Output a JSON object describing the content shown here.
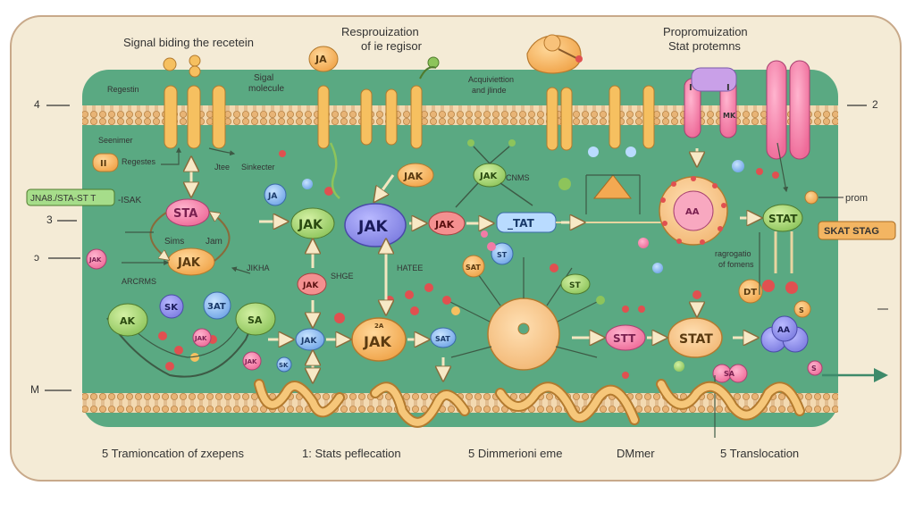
{
  "labels": {
    "signal_binding": "Signal biding the recetein",
    "resprouization_1": "Resprouization",
    "resprouization_2": "of ie regisor",
    "proprouization_1": "Propromuization",
    "proprouization_2": "Stat protemns",
    "regestin": "Regestin",
    "signal_molecule_1": "Sigal",
    "signal_molecule_2": "molecule",
    "acquiviction_1": "Acquiviettion",
    "acquiviction_2": "and jlinde",
    "seenimer": "Seenimer",
    "regestes": "Regestes",
    "jtee": "Jtee",
    "sinkecter": "Sinkecter",
    "cnms": "CNMS",
    "jak_sta_box": "JNA8./STA-ST T",
    "isak": "-ISAK",
    "sims_jam_1": "Sims",
    "sims_jam_2": "Jam",
    "jikha": "JIKHA",
    "arcrms": "ARCRMS",
    "shge": "SHGE",
    "hatee": "HATEE",
    "prom": "prom",
    "skat_stag": "SKAT STAG",
    "ragrogation_1": "ragrogatio",
    "ragrogation_2": "of fomens",
    "side_4": "4",
    "side_3": "3",
    "side_5": "ɔ",
    "side_m": "M",
    "side_2": "2"
  },
  "nodes": {
    "ja_top": "JA",
    "ja_small": "JA",
    "sta_pink": "STA",
    "jak_orange_left": "JAK",
    "jak_green": "JAK",
    "jak_main": "JAK",
    "jak_orange_mid": "JAK",
    "jak_red_mid": "JAK",
    "jak_green_top": "JAK",
    "tat_box": "_TAT",
    "jak_bottom_label_top": "2A",
    "jak_bottom": "JAK",
    "jak_blue_small": "JAK",
    "sat_blue": "SAT",
    "sat_orange": "SAT",
    "st_small": "ST",
    "st_green": "ST",
    "stt_pink": "STT",
    "stat_big": "STAT",
    "stat_right_green": "STAT",
    "aa_nucleus": "AA",
    "ak_green": "AK",
    "sk_blue": "SK",
    "sat_dark": "3AT",
    "sa_green": "SA",
    "jak_red_small": "JAK",
    "jak_red_tiny": "JAK",
    "sk_tiny": "SK",
    "jak_pink_left": "JAK",
    "ii": "II",
    "dt": "DT",
    "aa_cluster": "AA",
    "sa_cluster": "SA",
    "s_small": "S",
    "s_pink": "S",
    "jak_sta_sa": "AA",
    "i_pink": "I",
    "i_blue": "I",
    "mk": "MK"
  },
  "steps": {
    "step1": "5  Tramioncation of zxepens",
    "step2": "1: Stats peflecation",
    "step3": "5 Dimmerioni eme",
    "step4": "DMmer",
    "step5": "5 Translocation"
  },
  "colors": {
    "cell": "#5aa982",
    "outer": "#f4ebd6",
    "outer_border": "#c8a98a",
    "membrane": "#e5b37a",
    "jak_purple": "#8f8fe6",
    "stat_pink": "#f27ba6",
    "jak_orange": "#f3a952",
    "jak_green": "#9fd068"
  }
}
